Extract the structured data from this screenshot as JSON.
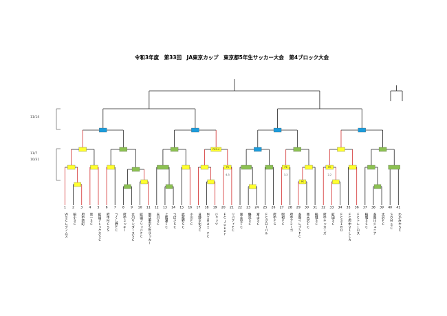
{
  "title": "令和3年度　第33回　JA東京カップ　東京都5年生サッカー大会　第4ブロック大会",
  "dates": [
    "11/14",
    "11/7",
    "10/31"
  ],
  "colors": {
    "blue": "#1b9cdc",
    "green": "#8cc152",
    "yellow": "#ffff2e",
    "red": "#d22a2a",
    "line": "#222222"
  },
  "teams": [
    {
      "no": "1",
      "name": "ＷＳＣレグノムス"
    },
    {
      "no": "2",
      "name": "狛小ＳＣ"
    },
    {
      "no": "3",
      "name": "府中新町"
    },
    {
      "no": "4",
      "name": "第一ＳＣ"
    },
    {
      "no": "5",
      "name": "町田アトックスＳＣ"
    },
    {
      "no": "6",
      "name": "府中ＭＣＳＳ"
    },
    {
      "no": "7",
      "name": "つくし野ＦＣ"
    },
    {
      "no": "8",
      "name": "府中ミッキー"
    },
    {
      "no": "9",
      "name": "立川サンダースＳＣ"
    },
    {
      "no": "10",
      "name": "町田ブリッジＦＣ"
    },
    {
      "no": "11",
      "name": "国立東京少年サッカー"
    },
    {
      "no": "12",
      "name": "玉川ＳＣ"
    },
    {
      "no": "13",
      "name": "上成瀬ＦＣ"
    },
    {
      "no": "14",
      "name": "つばさＳＣ"
    },
    {
      "no": "15",
      "name": "武蔵野ＳＣ"
    },
    {
      "no": "16",
      "name": "小川ＦＣ"
    },
    {
      "no": "17",
      "name": "日野文化ＳＣ"
    },
    {
      "no": "18",
      "name": "ＭＩＲＡＩ　ＦＣ"
    },
    {
      "no": "19",
      "name": "ジェッツ"
    },
    {
      "no": "20",
      "name": "ＦＣ Ｊｏｋｅｒ"
    },
    {
      "no": "21",
      "name": "リバティＦＣ"
    },
    {
      "no": "22",
      "name": "富士見ＦＣ"
    },
    {
      "no": "23",
      "name": "鶴見ＳＣ"
    },
    {
      "no": "24",
      "name": "富士ＳＣ"
    },
    {
      "no": "25",
      "name": "ＦＣグローバル"
    },
    {
      "no": "26",
      "name": "府中ＦＳ"
    },
    {
      "no": "27",
      "name": "昭和ＦＣ"
    },
    {
      "no": "28",
      "name": "府中アミーゴ"
    },
    {
      "no": "29",
      "name": "多摩イレブンＦＣ"
    },
    {
      "no": "30",
      "name": "南大沢ＦＣ"
    },
    {
      "no": "31",
      "name": "稲城ＳＣ"
    },
    {
      "no": "32",
      "name": "府中キッカーズ"
    },
    {
      "no": "33",
      "name": "町田ＳＣ"
    },
    {
      "no": "34",
      "name": "ＦＣＳＩＲＯ"
    },
    {
      "no": "35",
      "name": "ＦＣ府中ＶＩＬＬＡ"
    },
    {
      "no": "36",
      "name": "ＦＣトレーロス"
    },
    {
      "no": "37",
      "name": "稲城ＳＳＣ"
    },
    {
      "no": "38",
      "name": "多摩川ジュニア"
    },
    {
      "no": "39",
      "name": "大沢ＦＣ"
    },
    {
      "no": "40",
      "name": "ＳＯＭ ＳＣ"
    },
    {
      "no": "41",
      "name": "わかみやＳＣ"
    }
  ],
  "match_notes": {
    "m1_pk": "PK5-4",
    "m2_pk": "PK",
    "m3_pk": "PK",
    "m4_pk": "PK",
    "m5_pk": "PK",
    "s1": "4-3",
    "s2": "3-3",
    "s3": "2-2"
  }
}
